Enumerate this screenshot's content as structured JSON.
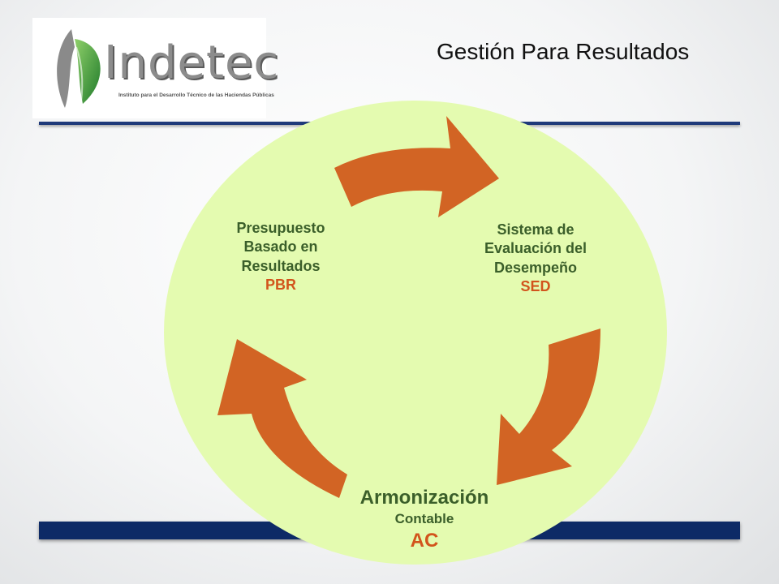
{
  "header": {
    "logo_word": "Indetec",
    "logo_tagline": "Instituto para el Desarrollo Técnico de las Haciendas Públicas",
    "title": "Gestión Para Resultados"
  },
  "cycle": {
    "nodes": [
      {
        "lines": [
          "Presupuesto",
          "Basado en",
          "Resultados"
        ],
        "acronym": "PBR"
      },
      {
        "lines": [
          "Sistema de",
          "Evaluación del",
          "Desempeño"
        ],
        "acronym": "SED"
      },
      {
        "main": "Armonización",
        "sub": "Contable",
        "acronym": "AC"
      }
    ]
  },
  "colors": {
    "circle_fill": "#e4fbb0",
    "arrow_fill": "#d26424",
    "label_text": "#3b5f2a",
    "acronym_text": "#d2541c",
    "rule_blue": "#0d2a66",
    "logo_green": "#2e8b2e"
  },
  "icons": [
    "leaf-logo-icon",
    "cycle-arrow-icon"
  ]
}
